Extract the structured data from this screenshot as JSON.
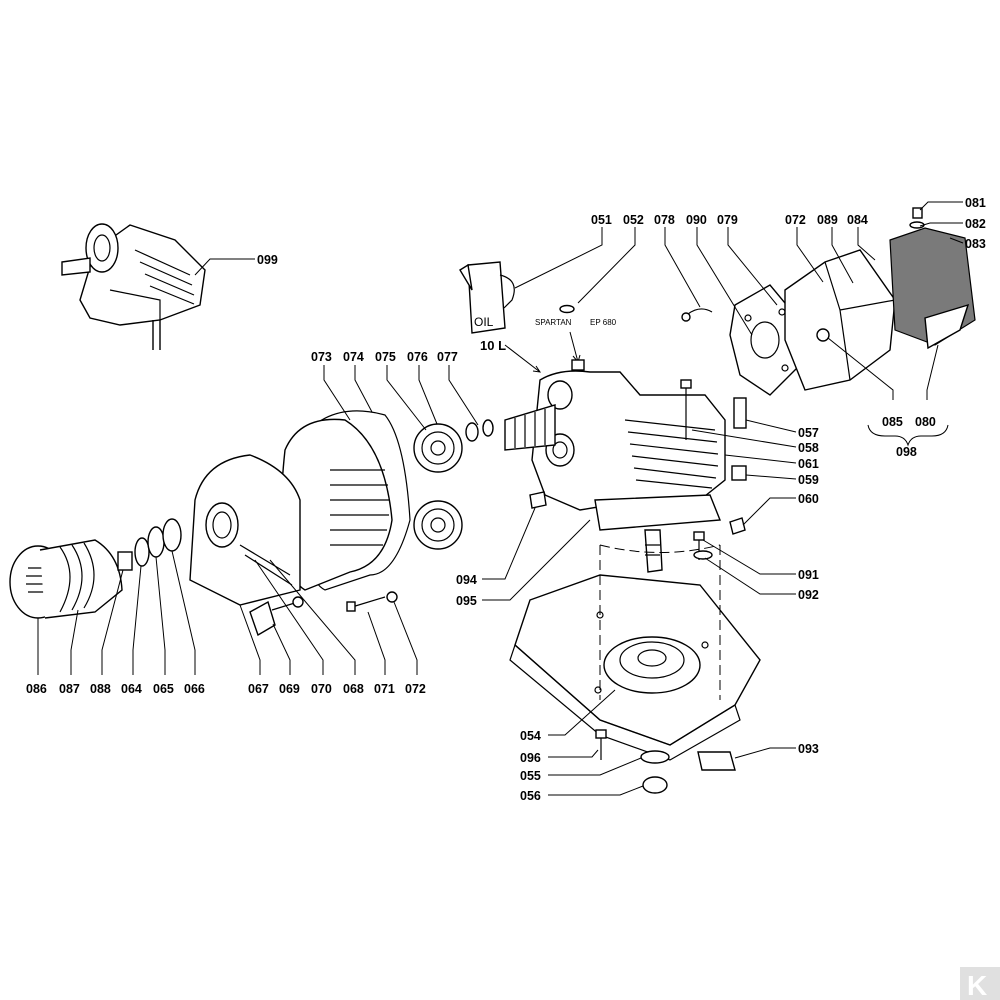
{
  "callouts": [
    {
      "id": "099"
    },
    {
      "id": "051"
    },
    {
      "id": "052"
    },
    {
      "id": "078"
    },
    {
      "id": "090"
    },
    {
      "id": "079"
    },
    {
      "id": "072"
    },
    {
      "id": "089"
    },
    {
      "id": "084"
    },
    {
      "id": "081"
    },
    {
      "id": "082"
    },
    {
      "id": "083"
    },
    {
      "id": "085"
    },
    {
      "id": "080"
    },
    {
      "id": "098"
    },
    {
      "id": "073"
    },
    {
      "id": "074"
    },
    {
      "id": "075"
    },
    {
      "id": "076"
    },
    {
      "id": "077"
    },
    {
      "id": "057"
    },
    {
      "id": "058"
    },
    {
      "id": "061"
    },
    {
      "id": "059"
    },
    {
      "id": "060"
    },
    {
      "id": "094"
    },
    {
      "id": "095"
    },
    {
      "id": "091"
    },
    {
      "id": "092"
    },
    {
      "id": "086"
    },
    {
      "id": "087"
    },
    {
      "id": "088"
    },
    {
      "id": "064"
    },
    {
      "id": "065"
    },
    {
      "id": "066"
    },
    {
      "id": "067"
    },
    {
      "id": "069"
    },
    {
      "id": "070"
    },
    {
      "id": "068"
    },
    {
      "id": "071"
    },
    {
      "id": "072"
    },
    {
      "id": "054"
    },
    {
      "id": "096"
    },
    {
      "id": "055"
    },
    {
      "id": "056"
    },
    {
      "id": "093"
    }
  ],
  "oil_can": {
    "label": "OIL",
    "volume": "10 L"
  },
  "lubricant": {
    "brand": "SPARTAN",
    "grade": "EP 680"
  },
  "corner_logo": "K"
}
